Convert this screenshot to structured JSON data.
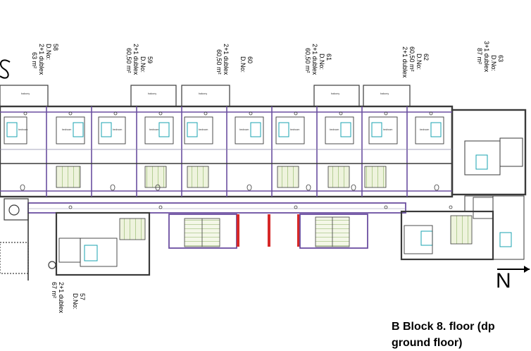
{
  "title": {
    "line1": "B Block 8. floor (dp",
    "line2": "ground floor)"
  },
  "north": "N",
  "units": [
    {
      "dno": "D.No:",
      "num": "58",
      "type": "2+1 dublex",
      "area": "63 m²"
    },
    {
      "dno": "D.No:",
      "num": "59",
      "type": "2+1 dublex",
      "area": "60,50 m²"
    },
    {
      "dno": "D.No:",
      "num": "60",
      "type": "2+1 dublex",
      "area": "60,50 m²"
    },
    {
      "dno": "D.No:",
      "num": "61",
      "type": "2+1 dublex",
      "area": "60,50 m²"
    },
    {
      "dno": "D.No:",
      "num": "62",
      "type": "2+1 dublex",
      "area": "60,50 m²"
    },
    {
      "dno": "D.No:",
      "num": "63",
      "type": "3+1 dublex",
      "area": "87 m²"
    },
    {
      "dno": "D.No:",
      "num": "57",
      "type": "2+1 dublex",
      "area": "67 m²"
    }
  ],
  "colors": {
    "wall": "#3a3a3a",
    "inner_wall": "#8a8aa8",
    "partition": "#6b4fa0",
    "stair_fill": "#dfe8c6",
    "red": "#d62828",
    "green_stair": "#7aa84a",
    "cyan_furniture": "#1aa3b0"
  }
}
